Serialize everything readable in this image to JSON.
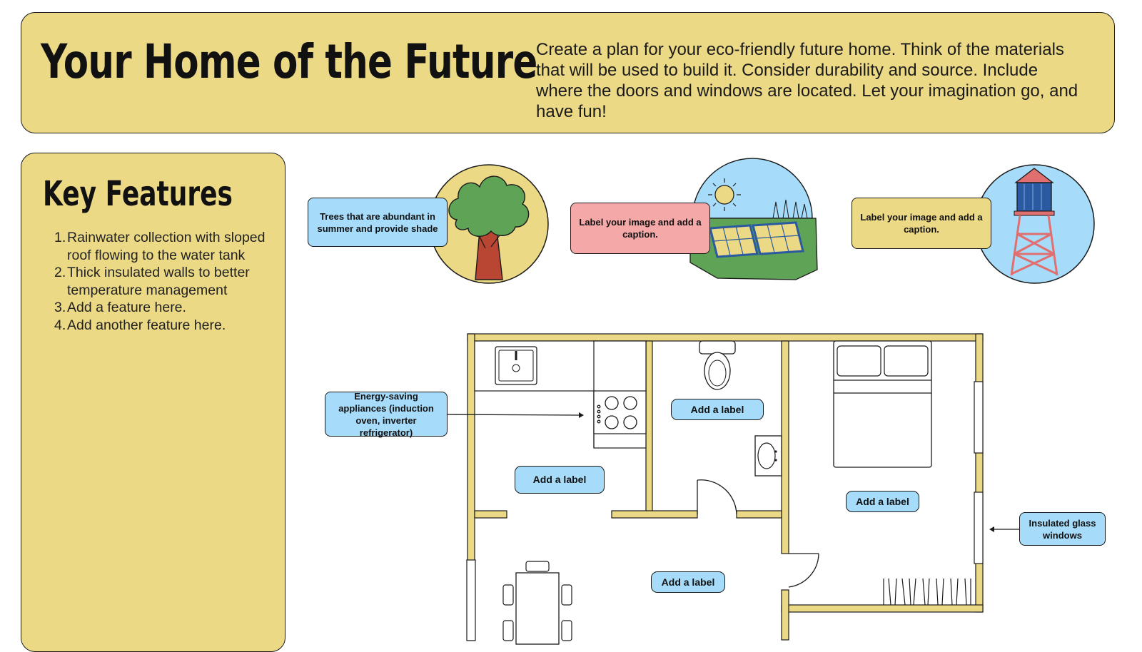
{
  "header": {
    "title": "Your Home of the Future",
    "description": "Create a plan for your eco-friendly future home. Think of the materials that will be used to build it. Consider durability and source. Include where the doors and windows are located. Let your imagination go, and have fun!"
  },
  "sidebar": {
    "title": "Key Features",
    "features": [
      {
        "num": "1.",
        "text": "Rainwater collection with sloped roof flowing to the water tank"
      },
      {
        "num": "2.",
        "text": "Thick insulated walls to better temperature management"
      },
      {
        "num": "3.",
        "text": "Add a feature here."
      },
      {
        "num": "4.",
        "text": "Add another feature here."
      }
    ]
  },
  "image_captions": {
    "tree": "Trees that are abundant in summer and provide shade",
    "solar": "Label your image and add a caption.",
    "tower": "Label your image and add a caption."
  },
  "floorplan": {
    "appliances": "Energy-saving appliances (induction oven, inverter refrigerator)",
    "kitchen_label": "Add a label",
    "bathroom_label": "Add a label",
    "bedroom_label": "Add a label",
    "living_label": "Add a label",
    "windows": "Insulated glass windows"
  },
  "colors": {
    "banner_yellow": "#ecd985",
    "callout_blue": "#a6dcfa",
    "callout_pink": "#f5a8a8",
    "wall_yellow": "#ecd985"
  }
}
